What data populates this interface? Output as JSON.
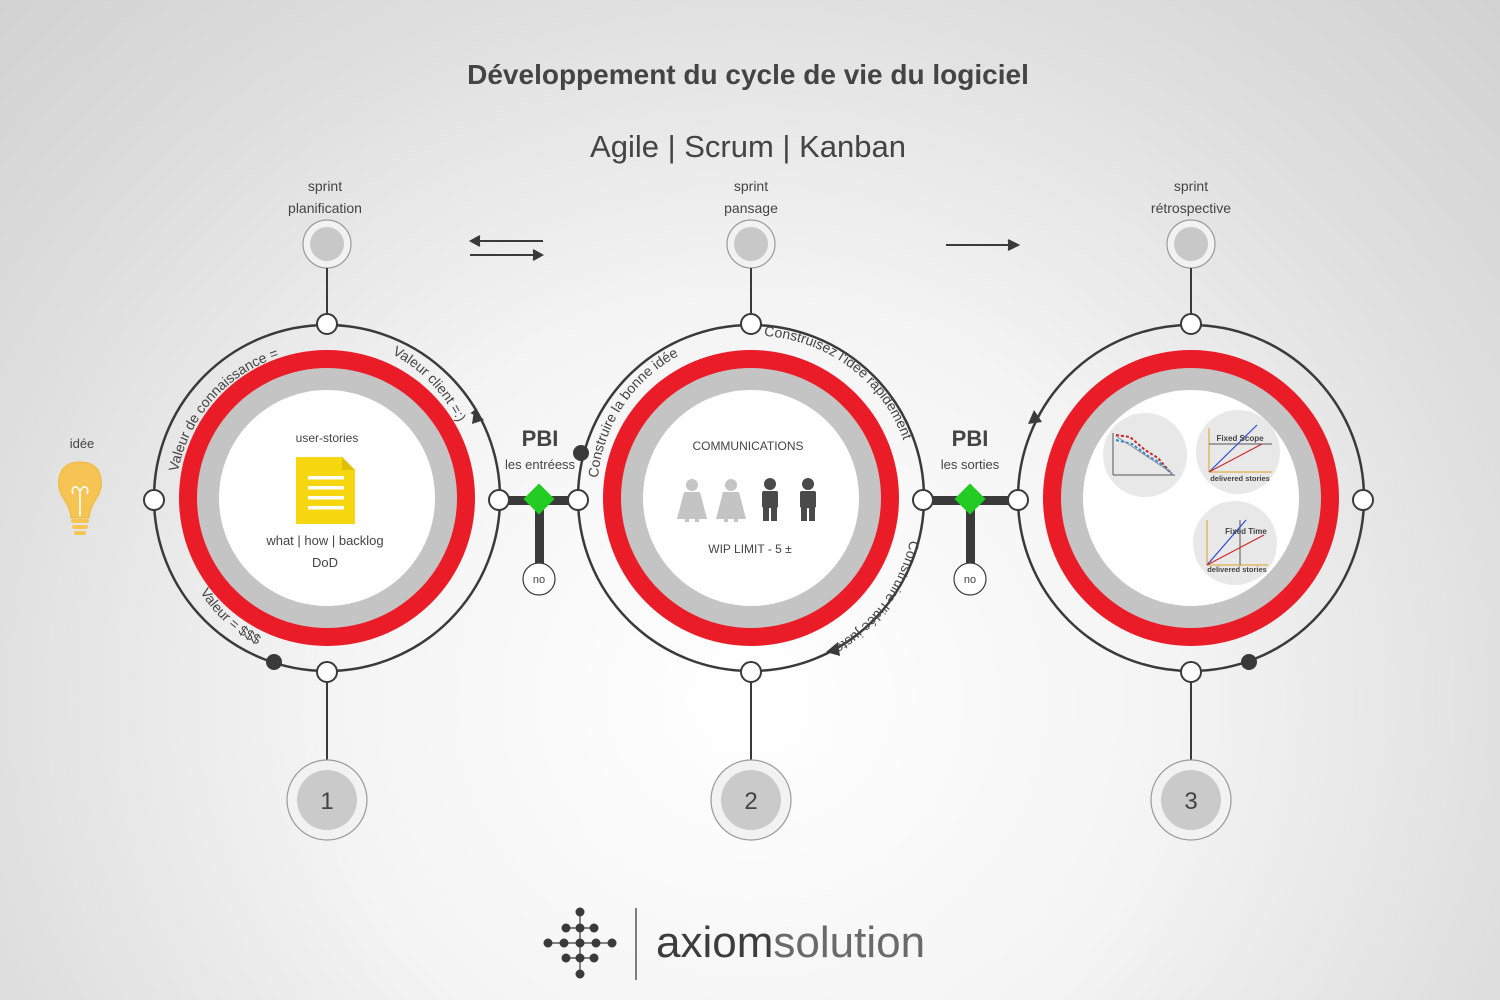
{
  "header": {
    "title": "Développement du cycle de vie du logiciel",
    "subtitle": "Agile | Scrum | Kanban"
  },
  "idea": {
    "label": "idée",
    "icon": "lightbulb-icon"
  },
  "stages": [
    {
      "number": "1",
      "top_label_1": "sprint",
      "top_label_2": "planification",
      "center_title": "user-stories",
      "center_line_1": "what | how | backlog",
      "center_line_2": "DoD",
      "arc_label_1": "Valeur de connaissance =?",
      "arc_label_2": "Valeur client =:)",
      "arc_label_3": "Valeur = $$$",
      "icon": "document-icon"
    },
    {
      "number": "2",
      "top_label_1": "sprint",
      "top_label_2": "pansage",
      "center_title": "COMMUNICATIONS",
      "center_line_1": "WIP LIMIT  - 5 ±",
      "arc_label_1": "Construire la bonne idée",
      "arc_label_2": "Construisez l'idée rapidement",
      "arc_label_3": "Construire l'idée juste",
      "icon": "people-icon"
    },
    {
      "number": "3",
      "top_label_1": "sprint",
      "top_label_2": "rétrospective",
      "mini_chart_1_title": "Fixed Scope",
      "mini_chart_1_xlabel": "delivered stories",
      "mini_chart_2_title": "Fixed Time",
      "mini_chart_2_xlabel": "delivered stories",
      "icon": "burndown-chart-icon"
    }
  ],
  "connectors": [
    {
      "title": "PBI",
      "subtitle": "les entréess",
      "no_label": "no"
    },
    {
      "title": "PBI",
      "subtitle": "les sorties",
      "no_label": "no"
    }
  ],
  "brand": {
    "name_bold": "axiom",
    "name_light": "solution"
  },
  "colors": {
    "accent_red": "#ea1c27",
    "ring_gray": "#c4c4c4",
    "diamond_green": "#22cc22",
    "document_yellow": "#f5d60f",
    "dark": "#3a3a3a"
  }
}
